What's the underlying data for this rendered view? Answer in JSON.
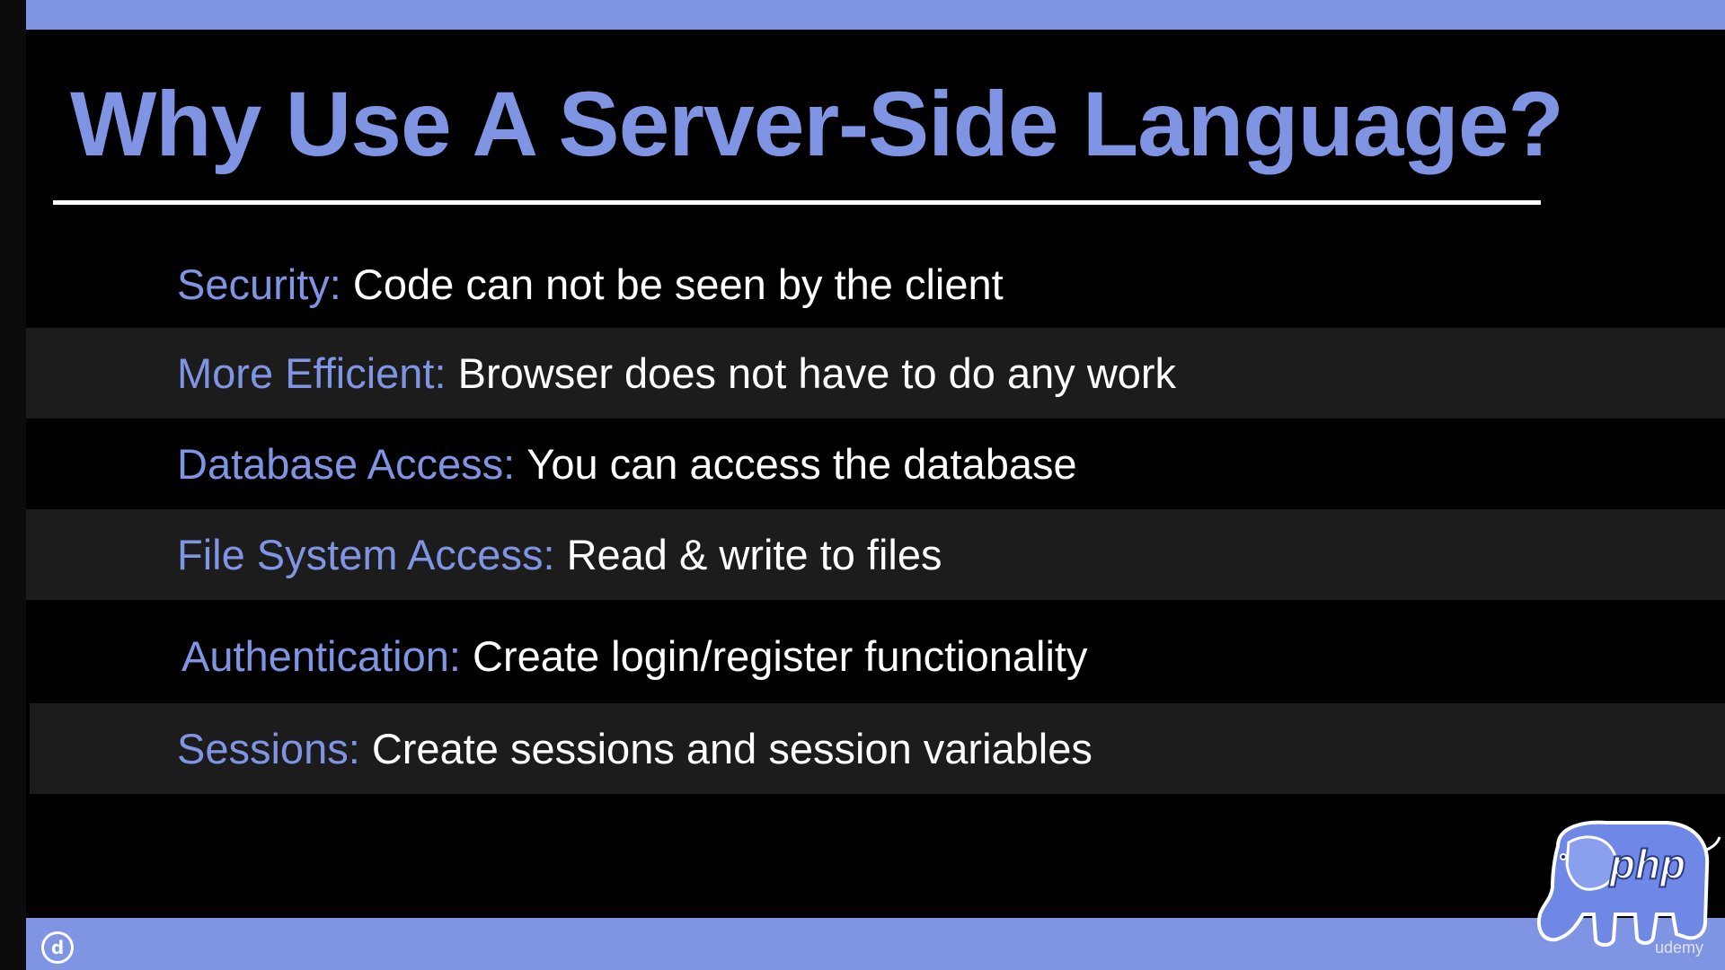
{
  "slide": {
    "title": "Why Use A Server-Side Language?",
    "items": [
      {
        "label": "Security:",
        "description": "Code can not be seen by the client"
      },
      {
        "label": "More Efficient:",
        "description": "Browser does not have to do any work"
      },
      {
        "label": "Database Access:",
        "description": "You can access the database"
      },
      {
        "label": "File System Access:",
        "description": "Read & write to files"
      },
      {
        "label": "Authentication:",
        "description": "Create login/register functionality"
      },
      {
        "label": "Sessions:",
        "description": "Create sessions and session variables"
      }
    ]
  },
  "logo": {
    "text": "php"
  },
  "watermark": "udemy",
  "colors": {
    "accent": "#7f95e4",
    "background": "#000000",
    "stripe": "#1c1c1c",
    "text": "#ffffff"
  },
  "icons": {
    "bottom_left_badge": "circle-info-icon",
    "logo": "php-elephant-logo"
  }
}
